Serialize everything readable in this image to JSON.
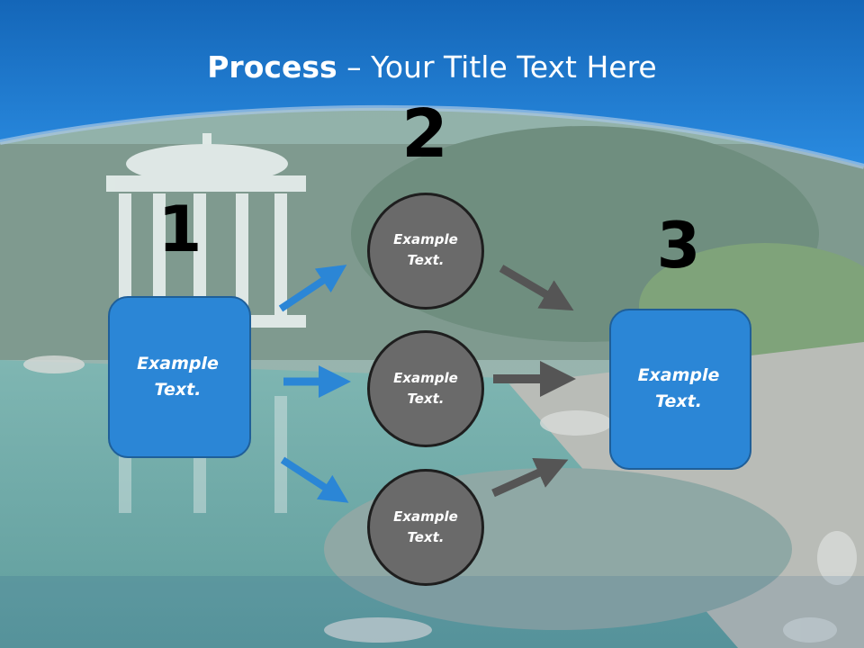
{
  "slide": {
    "title_bold": "Process",
    "title_sep": " – ",
    "title_rest": "Your Title Text Here",
    "steps": [
      {
        "number": "1",
        "text": "Example Text."
      },
      {
        "number": "2",
        "text": ""
      },
      {
        "number": "3",
        "text": "Example Text."
      }
    ],
    "circles": [
      {
        "text": "Example Text."
      },
      {
        "text": "Example Text."
      },
      {
        "text": "Example Text."
      }
    ],
    "colors": {
      "header_blue": "#1f7fd6",
      "box_blue": "#2b86d6",
      "circle_gray": "#6a6a6a",
      "arrow_blue": "#2b86d6",
      "arrow_gray": "#5a5a5a"
    }
  }
}
